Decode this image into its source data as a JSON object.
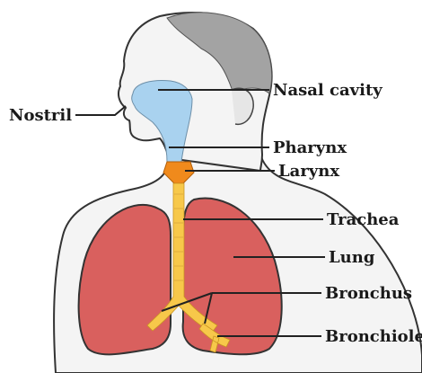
{
  "diagram": {
    "colors": {
      "skin_fill": "#f4f4f4",
      "outline": "#333333",
      "hair": "#a3a3a3",
      "nasal_cavity": "#a9d2ef",
      "larynx": "#f08a1c",
      "trachea": "#f7c84a",
      "lung": "#d9605e",
      "leader_line": "#222222"
    },
    "labels": {
      "nostril": "Nostril",
      "nasal_cavity": "Nasal cavity",
      "pharynx": "Pharynx",
      "larynx": "Larynx",
      "trachea": "Trachea",
      "lung": "Lung",
      "bronchus": "Bronchus",
      "bronchiole": "Bronchiole"
    }
  }
}
